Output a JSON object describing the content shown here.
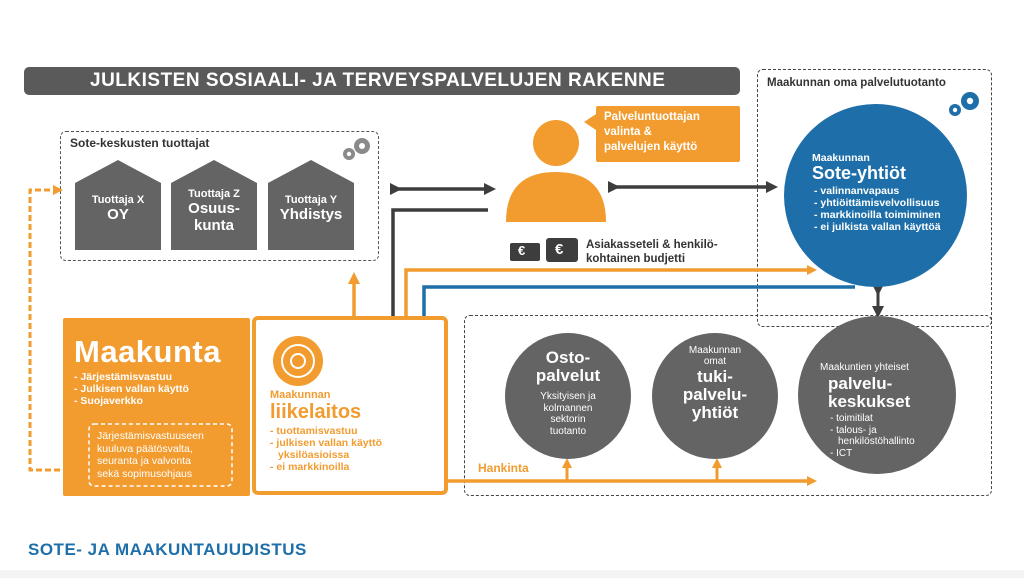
{
  "title": "JULKISTEN SOSIAALI- JA TERVEYSPALVELUJEN RAKENNE",
  "footer": "SOTE- JA MAAKUNTAUUDISTUS",
  "colors": {
    "orange": "#f29c30",
    "blue": "#1e6fa9",
    "gray": "#646464",
    "dark": "#5a5a5a"
  },
  "producers": {
    "heading": "Sote-keskusten tuottajat",
    "items": [
      {
        "line1": "Tuottaja X",
        "line2": "OY"
      },
      {
        "line1": "Tuottaja Z",
        "line2": "Osuus-",
        "line3": "kunta"
      },
      {
        "line1": "Tuottaja Y",
        "line2": "Yhdistys"
      }
    ]
  },
  "callout": {
    "line1": "Palveluntuottajan",
    "line2": "valinta &",
    "line3": "palvelujen käyttö"
  },
  "voucher": {
    "line1": "Asiakasseteli & henkilö-",
    "line2": "kohtainen budjetti",
    "coin1": "€",
    "coin2": "€"
  },
  "own_production": {
    "heading": "Maakunnan oma palvelutuotanto"
  },
  "sote_company": {
    "small": "Maakunnan",
    "big": "Sote-yhtiöt",
    "items": [
      "- valinnanvapaus",
      "- yhtiöittämisvelvollisuus",
      "- markkinoilla toimiminen",
      "- ei julkista vallan käyttöä"
    ]
  },
  "maakunta": {
    "big": "Maakunta",
    "items": [
      "- Järjestämisvastuu",
      "- Julkisen vallan käyttö",
      "- Suojaverkko"
    ],
    "box": [
      "Järjestämisvastuuseen",
      "kuuluva päätösvalta,",
      "seuranta ja valvonta",
      "sekä sopimusohjaus"
    ]
  },
  "liikelaitos": {
    "small": "Maakunnan",
    "big": "liikelaitos",
    "items": [
      "- tuottamisvastuu",
      "- julkisen vallan käyttö",
      "yksilöasioissa",
      "- ei markkinoilla"
    ]
  },
  "hankinta": "Hankinta",
  "osto": {
    "big1": "Osto-",
    "big2": "palvelut",
    "small": [
      "Yksityisen ja",
      "kolmannen",
      "sektorin",
      "tuotanto"
    ]
  },
  "tuki": {
    "small1": "Maakunnan",
    "small2": "omat",
    "big": [
      "tuki-",
      "palvelu-",
      "yhtiöt"
    ]
  },
  "keskukset": {
    "small": "Maakuntien yhteiset",
    "big1": "palvelu-",
    "big2": "keskukset",
    "items": [
      "- toimitilat",
      "- talous- ja",
      "henkilöstöhallinto",
      "- ICT"
    ]
  }
}
